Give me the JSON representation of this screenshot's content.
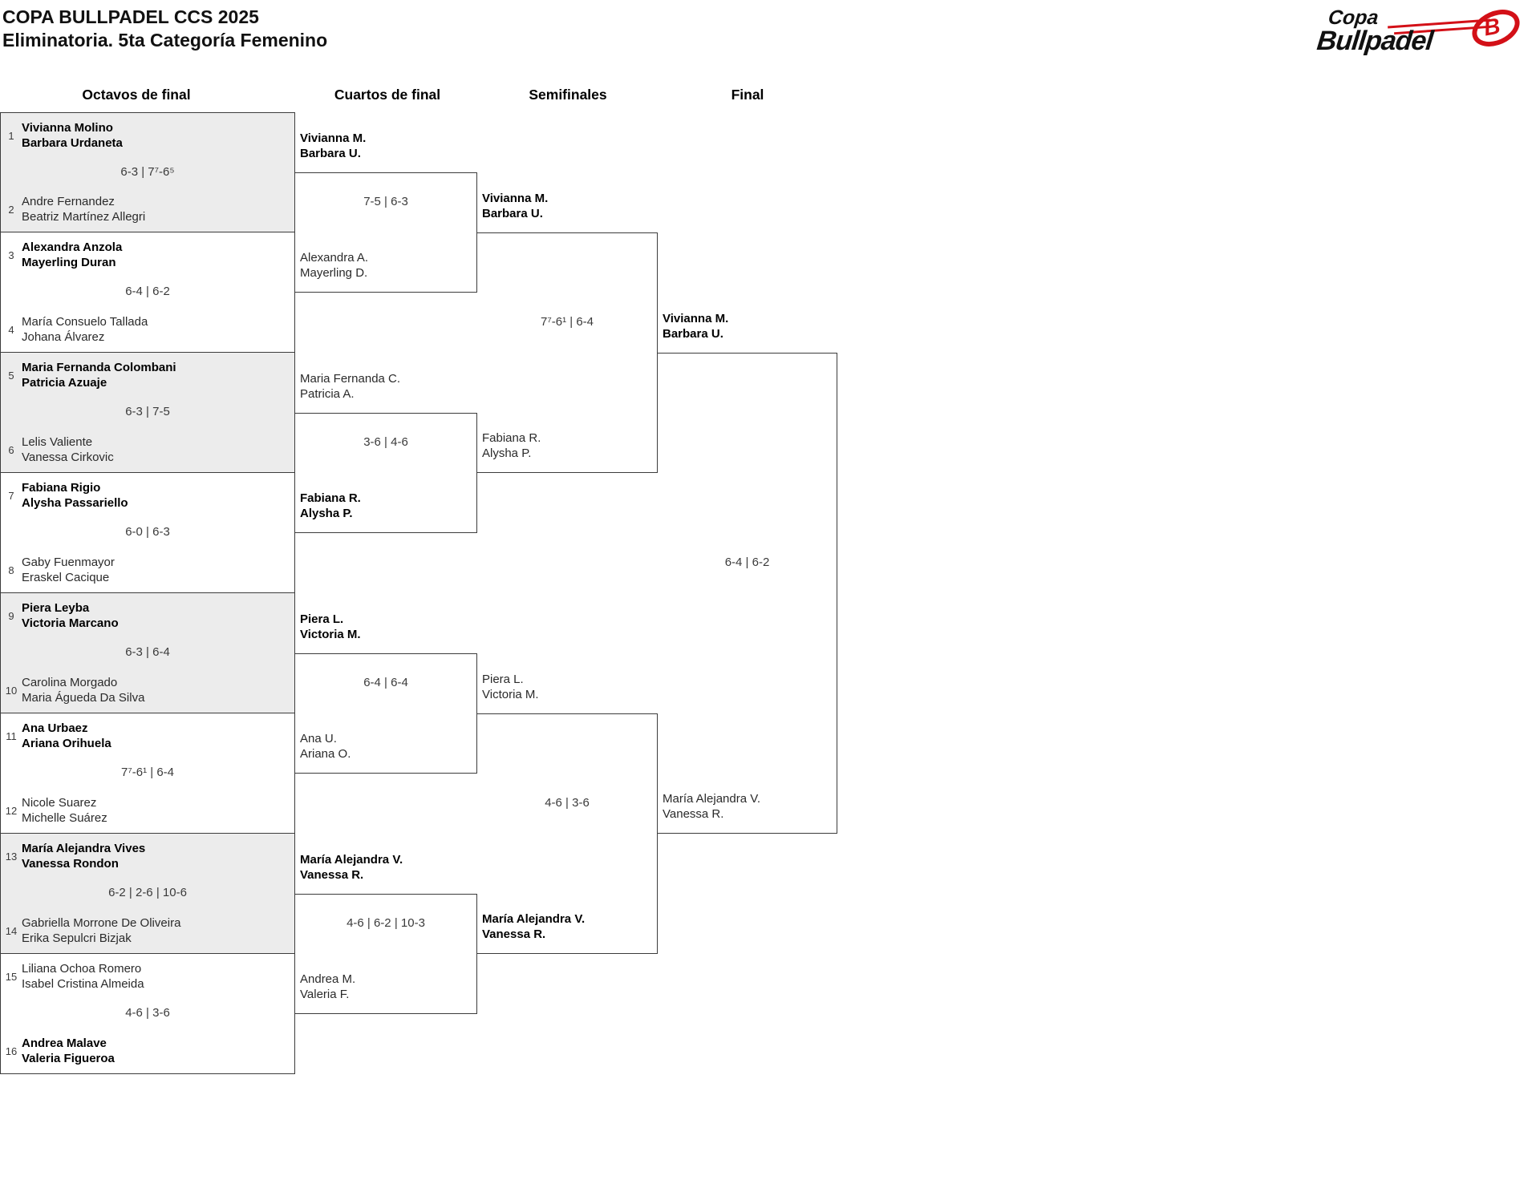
{
  "title": {
    "line1": "COPA BULLPADEL CCS 2025",
    "line2": "Eliminatoria. 5ta Categoría Femenino"
  },
  "logo": {
    "top_text": "Copa",
    "bottom_text": "Bullpadel",
    "emblem_letter": "B",
    "accent_color": "#d31017"
  },
  "colors": {
    "accent_red": "#d31017",
    "shaded_match_bg": "#ececec",
    "border": "#3c3c3c"
  },
  "rounds": [
    {
      "name": "Octavos de final",
      "matches": [
        {
          "seed1": "1",
          "players1": [
            "Vivianna Molino",
            "Barbara Urdaneta"
          ],
          "seed2": "2",
          "players2": [
            "Andre Fernandez",
            "Beatriz Martínez Allegri"
          ],
          "score": "6-3 | 7⁷-6⁵",
          "winner": 1
        },
        {
          "seed1": "3",
          "players1": [
            "Alexandra Anzola",
            "Mayerling Duran"
          ],
          "seed2": "4",
          "players2": [
            "María Consuelo Tallada",
            "Johana Álvarez"
          ],
          "score": "6-4 | 6-2",
          "winner": 1
        },
        {
          "seed1": "5",
          "players1": [
            "Maria Fernanda Colombani",
            "Patricia Azuaje"
          ],
          "seed2": "6",
          "players2": [
            "Lelis Valiente",
            "Vanessa Cirkovic"
          ],
          "score": "6-3 | 7-5",
          "winner": 1
        },
        {
          "seed1": "7",
          "players1": [
            "Fabiana Rigio",
            "Alysha Passariello"
          ],
          "seed2": "8",
          "players2": [
            "Gaby Fuenmayor",
            "Eraskel Cacique"
          ],
          "score": "6-0 | 6-3",
          "winner": 1
        },
        {
          "seed1": "9",
          "players1": [
            "Piera Leyba",
            "Victoria Marcano"
          ],
          "seed2": "10",
          "players2": [
            "Carolina Morgado",
            "Maria Águeda Da Silva"
          ],
          "score": "6-3 | 6-4",
          "winner": 1
        },
        {
          "seed1": "11",
          "players1": [
            "Ana Urbaez",
            "Ariana Orihuela"
          ],
          "seed2": "12",
          "players2": [
            "Nicole Suarez",
            "Michelle Suárez"
          ],
          "score": "7⁷-6¹ | 6-4",
          "winner": 1
        },
        {
          "seed1": "13",
          "players1": [
            "María Alejandra Vives",
            "Vanessa Rondon"
          ],
          "seed2": "14",
          "players2": [
            "Gabriella Morrone De Oliveira",
            "Erika Sepulcri Bizjak"
          ],
          "score": "6-2 | 2-6 | 10-6",
          "winner": 1
        },
        {
          "seed1": "15",
          "players1": [
            "Liliana Ochoa Romero",
            "Isabel Cristina Almeida"
          ],
          "seed2": "16",
          "players2": [
            "Andrea Malave",
            "Valeria Figueroa"
          ],
          "score": "4-6 | 3-6",
          "winner": 2
        }
      ]
    },
    {
      "name": "Cuartos de final",
      "matches": [
        {
          "p1": [
            "Vivianna M.",
            "Barbara U."
          ],
          "p2": [
            "Alexandra A.",
            "Mayerling D."
          ],
          "score": "7-5 | 6-3",
          "winner": 1
        },
        {
          "p1": [
            "Maria Fernanda C.",
            "Patricia A."
          ],
          "p2": [
            "Fabiana R.",
            "Alysha P."
          ],
          "score": "3-6 | 4-6",
          "winner": 2
        },
        {
          "p1": [
            "Piera L.",
            "Victoria M."
          ],
          "p2": [
            "Ana U.",
            "Ariana O."
          ],
          "score": "6-4 | 6-4",
          "winner": 1
        },
        {
          "p1": [
            "María Alejandra V.",
            "Vanessa R."
          ],
          "p2": [
            "Andrea M.",
            "Valeria F."
          ],
          "score": "4-6 | 6-2 | 10-3",
          "winner": 1
        }
      ]
    },
    {
      "name": "Semifinales",
      "matches": [
        {
          "p1": [
            "Vivianna M.",
            "Barbara U."
          ],
          "p2": [
            "Fabiana R.",
            "Alysha P."
          ],
          "score": "7⁷-6¹ | 6-4",
          "winner": 1
        },
        {
          "p1": [
            "Piera L.",
            "Victoria M."
          ],
          "p2": [
            "María Alejandra V.",
            "Vanessa R."
          ],
          "score": "4-6 | 3-6",
          "winner": 2
        }
      ]
    },
    {
      "name": "Final",
      "matches": [
        {
          "p1": [
            "Vivianna M.",
            "Barbara U."
          ],
          "p2": [
            "María Alejandra V.",
            "Vanessa R."
          ],
          "score": "6-4 | 6-2",
          "winner": 1
        }
      ]
    }
  ]
}
